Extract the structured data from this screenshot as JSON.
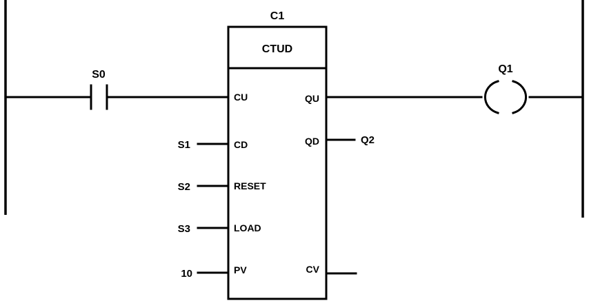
{
  "block": {
    "name": "C1",
    "type": "CTUD",
    "inputs": {
      "cu": "CU",
      "cd": "CD",
      "reset": "RESET",
      "load": "LOAD",
      "pv": "PV"
    },
    "outputs": {
      "qu": "QU",
      "qd": "QD",
      "cv": "CV"
    }
  },
  "contact": {
    "name": "S0"
  },
  "coil": {
    "name": "Q1"
  },
  "signals": {
    "cd": "S1",
    "reset": "S2",
    "load": "S3",
    "pv": "10",
    "qd": "Q2"
  }
}
